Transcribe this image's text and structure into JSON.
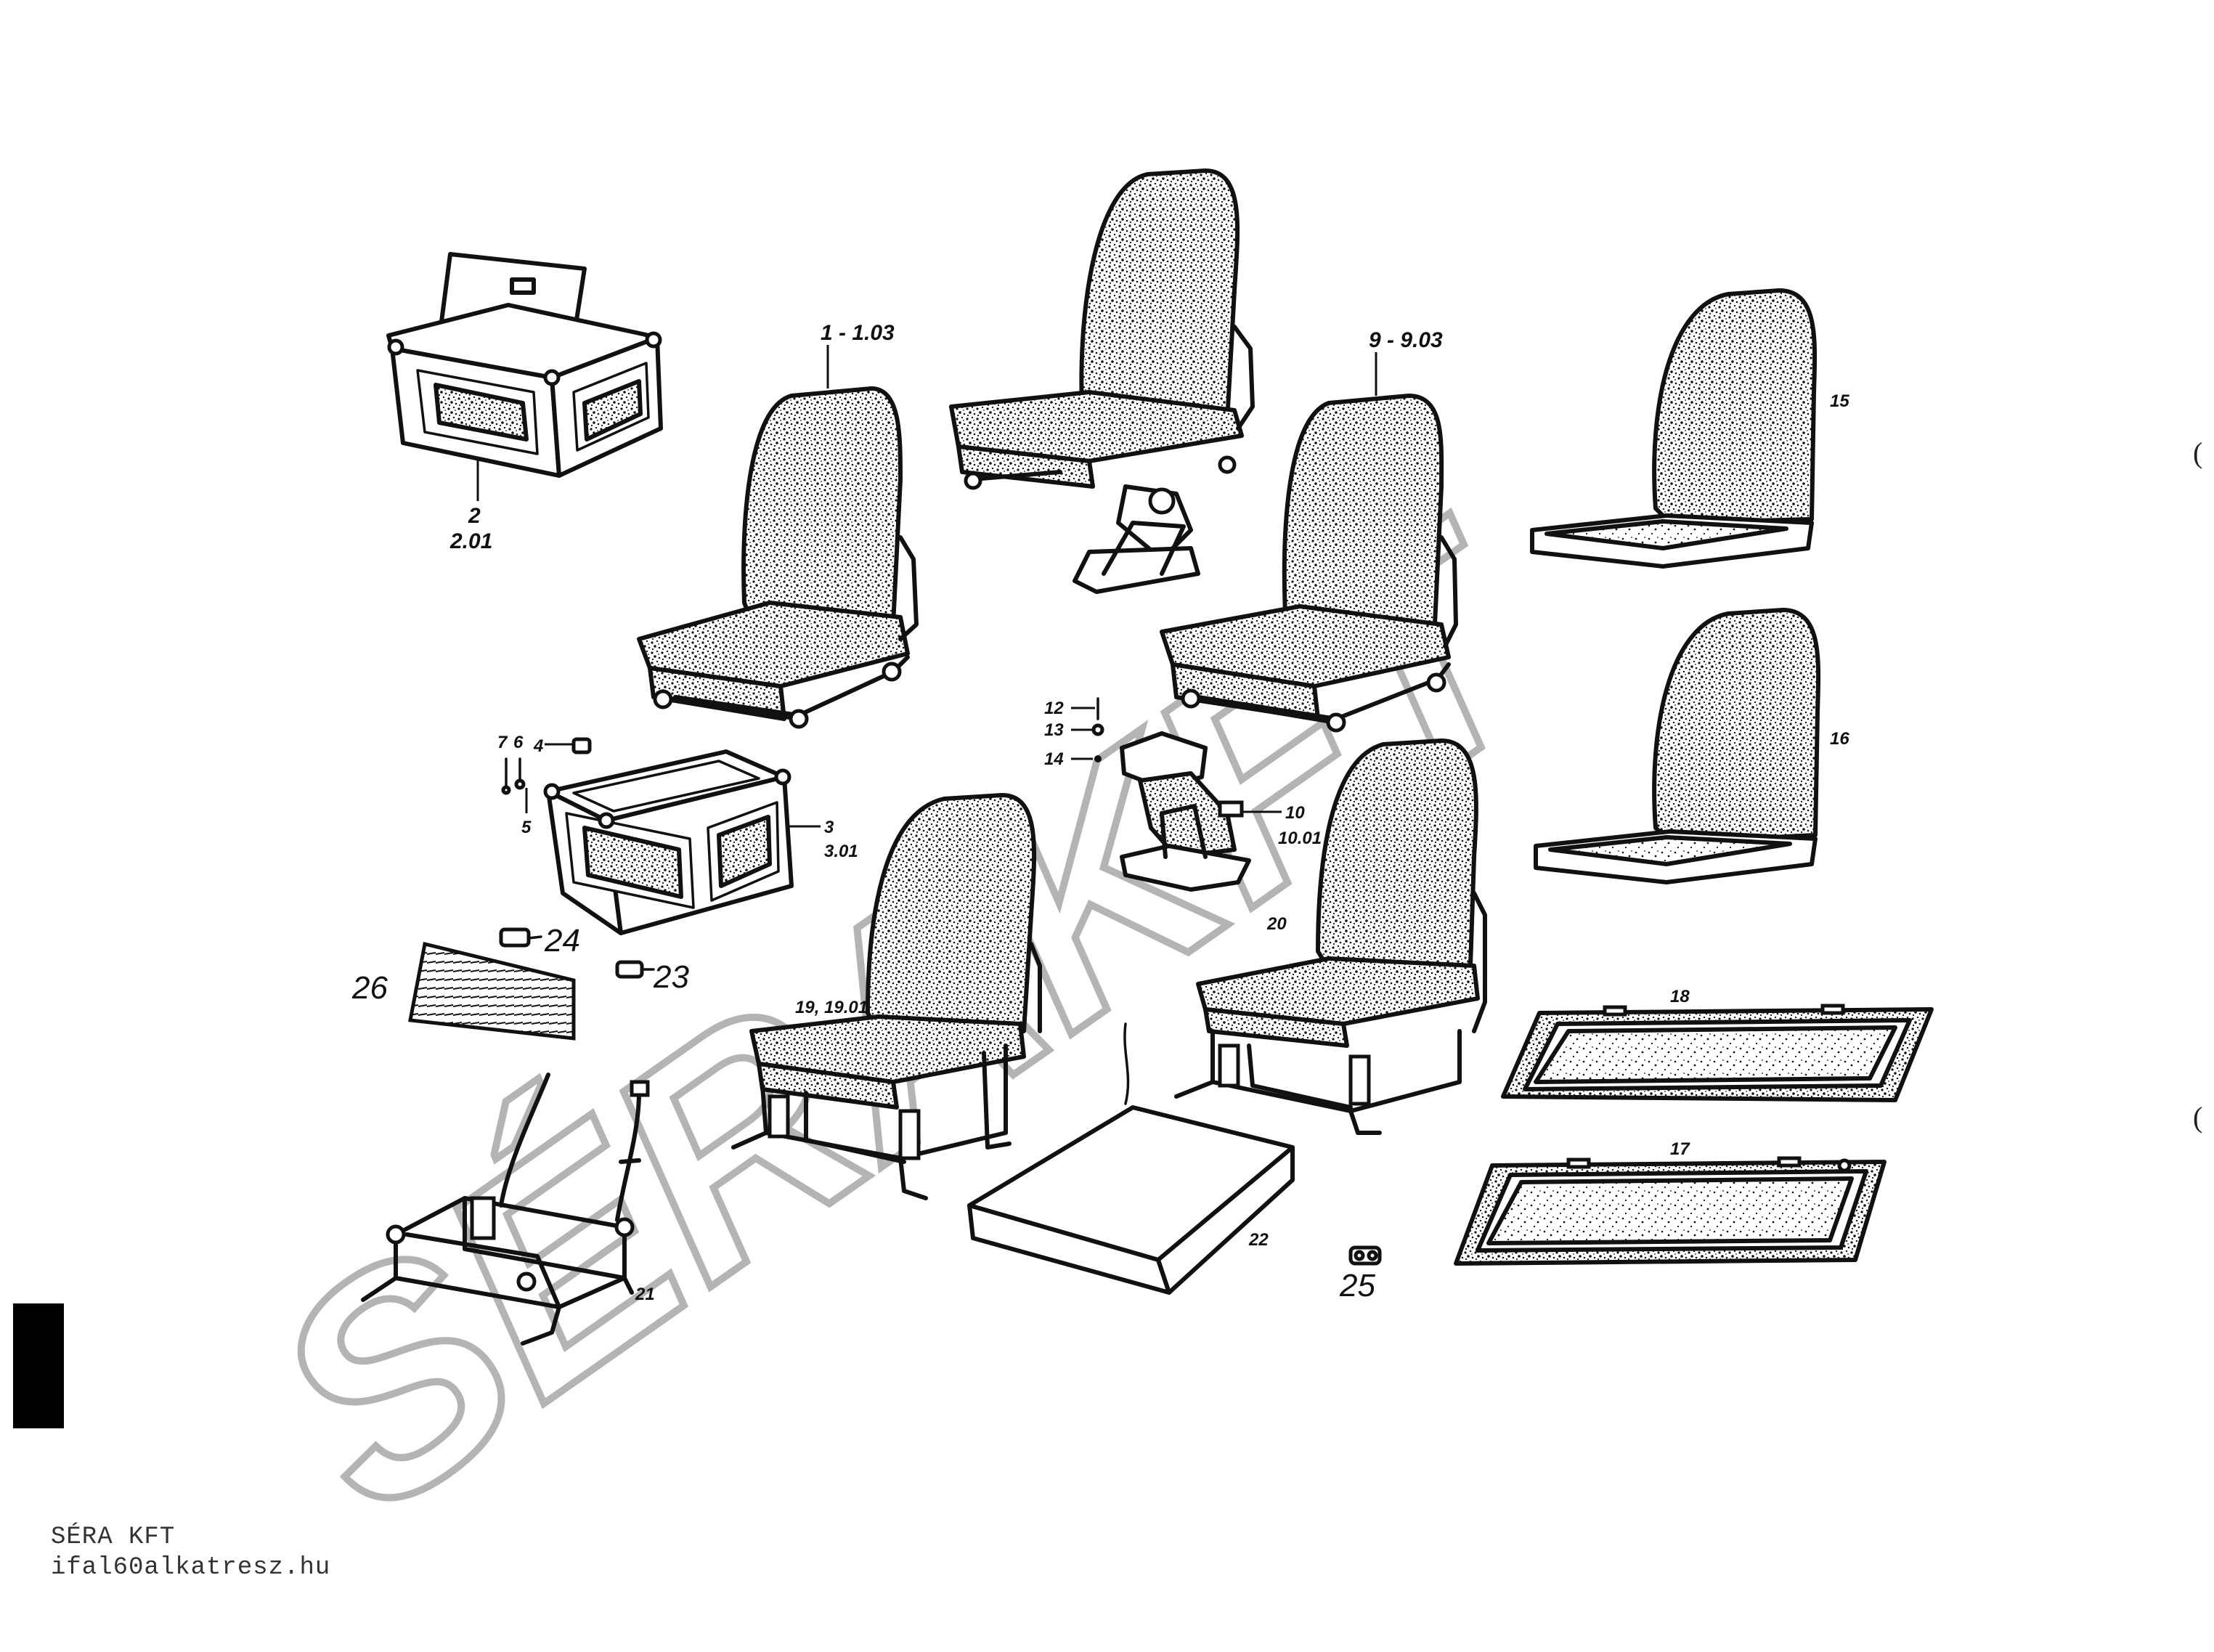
{
  "labels": {
    "p1": "1 - 1.03",
    "p2": "2",
    "p2b": "2.01",
    "p3": "3",
    "p3b": "3.01",
    "p4": "4",
    "p5": "5",
    "p6": "6",
    "p7": "7",
    "p9": "9 - 9.03",
    "p10": "10",
    "p10b": "10.01",
    "p12": "12",
    "p13": "13",
    "p14": "14",
    "p15": "15",
    "p16": "16",
    "p17": "17",
    "p18": "18",
    "p19": "19, 19.01",
    "p20": "20",
    "p21": "21",
    "p22": "22",
    "p23": "23",
    "p24": "24",
    "p25": "25",
    "p26": "26"
  },
  "watermark": {
    "text": "SÉRAKFT",
    "color": "#a8a8a8"
  },
  "footer": {
    "company": "SÉRA KFT",
    "website": "ifal60alkatresz.hu"
  },
  "edge_marks": {
    "top": "(",
    "bottom": "("
  }
}
